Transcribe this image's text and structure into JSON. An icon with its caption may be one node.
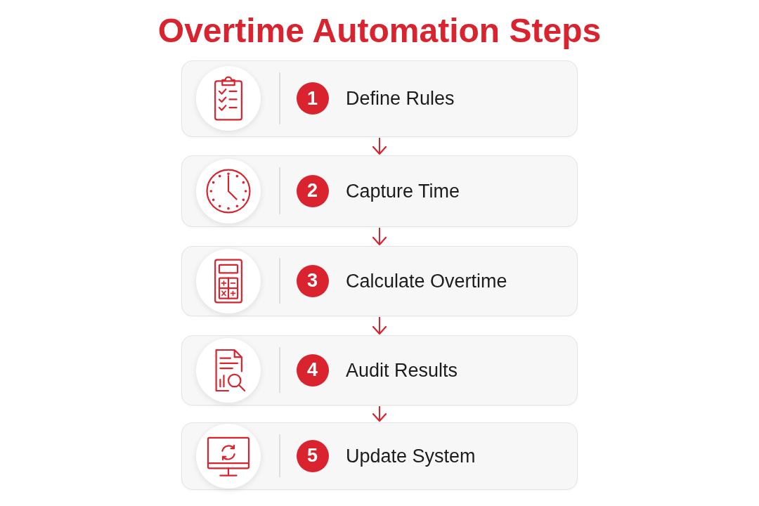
{
  "diagram": {
    "title": "Overtime Automation Steps",
    "nodes": [
      {
        "text": [
          "Define Rules"
        ]
      },
      {
        "text": [
          "1"
        ],
        "in": 0
      },
      {
        "text": [
          "Capture Time"
        ]
      },
      {
        "text": [
          "2"
        ],
        "in": 2
      },
      {
        "text": [
          "Calculate Overtime"
        ]
      },
      {
        "text": [
          "3"
        ],
        "in": 4
      },
      {
        "text": [
          "Audit Results"
        ]
      },
      {
        "text": [
          "4"
        ],
        "in": 6
      },
      {
        "text": [
          "Update System"
        ]
      },
      {
        "text": [
          "5"
        ],
        "in": 8
      }
    ],
    "edges": [
      {
        "from": 0,
        "to": 2,
        "arrow": "to"
      },
      {
        "from": 2,
        "to": 4,
        "arrow": "to"
      },
      {
        "from": 4,
        "to": 6,
        "arrow": "to"
      },
      {
        "from": 6,
        "to": 8,
        "arrow": "to"
      }
    ]
  }
}
